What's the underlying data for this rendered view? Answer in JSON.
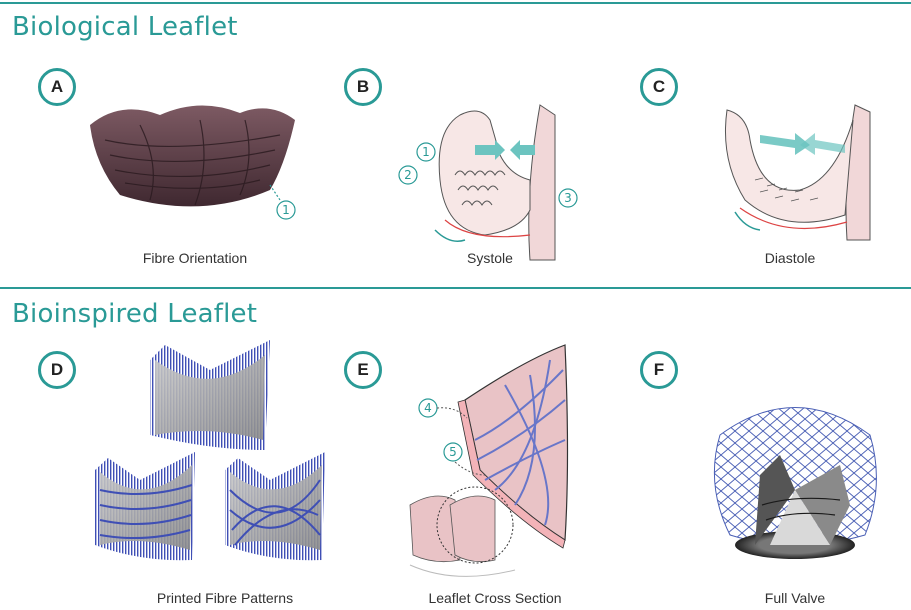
{
  "sections": {
    "biological": "Biological Leaflet",
    "bioinspired": "Bioinspired Leaflet"
  },
  "panels": {
    "a": {
      "label": "A",
      "caption": "Fibre Orientation"
    },
    "b": {
      "label": "B",
      "caption": "Systole"
    },
    "c": {
      "label": "C",
      "caption": "Diastole"
    },
    "d": {
      "label": "D",
      "caption": "Printed Fibre Patterns"
    },
    "e": {
      "label": "E",
      "caption": "Leaflet Cross Section"
    },
    "f": {
      "label": "F",
      "caption": "Full Valve"
    }
  },
  "callouts": {
    "a1": "1",
    "b1": "1",
    "b2": "2",
    "b3": "3",
    "e4": "4",
    "e5": "5"
  },
  "colors": {
    "accent": "#2a9a96",
    "tissue": "#5c3a44",
    "leaflet_pink": "#e9c3c6",
    "fibre_blue": "#3f4fb5"
  }
}
